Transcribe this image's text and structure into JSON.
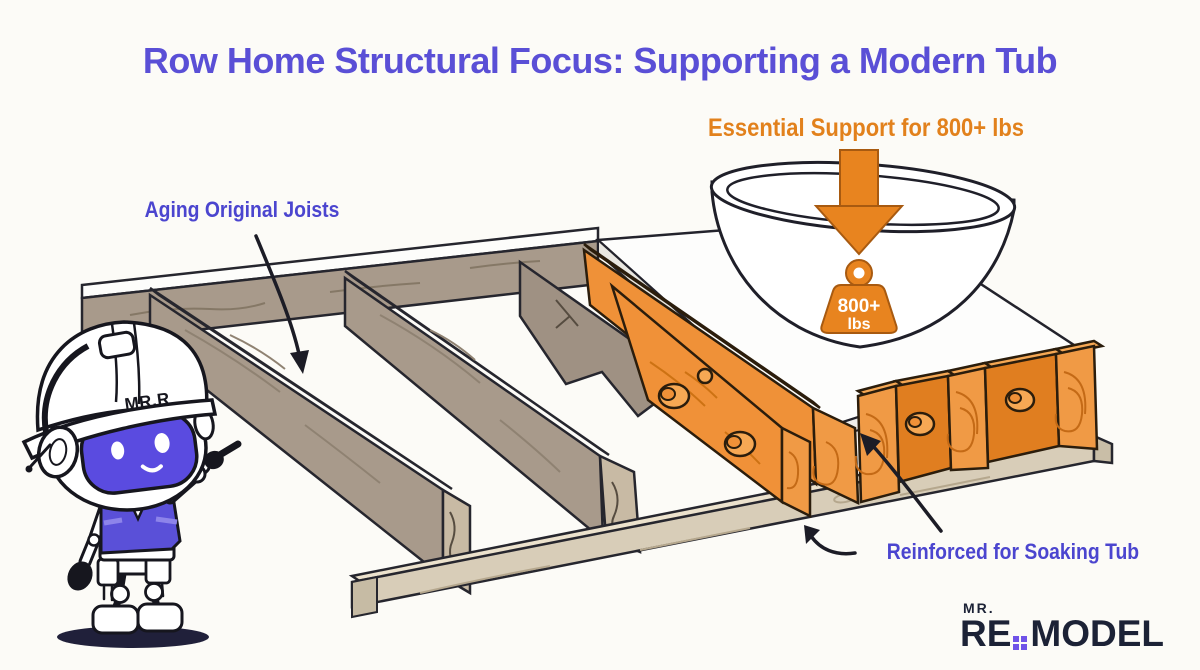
{
  "colors": {
    "title_purple": "#5a4fd6",
    "label_purple": "#4b45cf",
    "accent_orange": "#e2811c",
    "logo_navy": "#1c2236",
    "logo_purple": "#6f52e8",
    "background": "#fcfbf7"
  },
  "header": {
    "title": "Row Home Structural Focus: Supporting a Modern Tub"
  },
  "labels": {
    "support": "Essential Support for 800+ lbs",
    "aging": "Aging Original Joists",
    "reinforced": "Reinforced for Soaking Tub"
  },
  "weight_badge": {
    "line1": "800+",
    "line2": "lbs"
  },
  "mascot": {
    "hat_text": "MR.R"
  },
  "logo": {
    "prefix": "MR.",
    "part1": "RE",
    "part2": "MODEL"
  }
}
